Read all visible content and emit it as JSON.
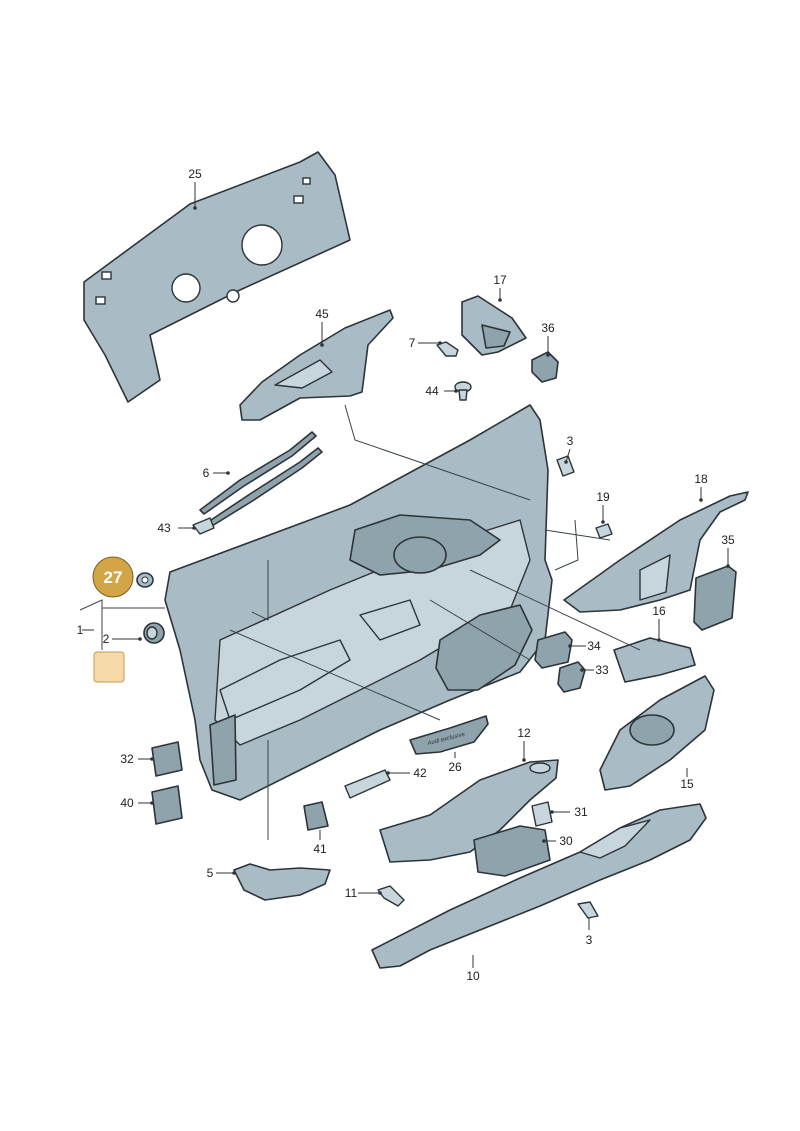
{
  "diagram": {
    "highlight_color": "#d4a546",
    "highlight_light": "#f5d9a8",
    "part_color": "#a9bcc5",
    "highlighted_part": "27",
    "trim_emboss_text": "Audi exclusive",
    "callouts": [
      "25",
      "17",
      "45",
      "7",
      "36",
      "44",
      "3",
      "6",
      "18",
      "19",
      "43",
      "27",
      "35",
      "1",
      "2",
      "16",
      "34",
      "33",
      "12",
      "32",
      "26",
      "42",
      "15",
      "40",
      "31",
      "30",
      "41",
      "5",
      "11",
      "3",
      "10"
    ]
  }
}
